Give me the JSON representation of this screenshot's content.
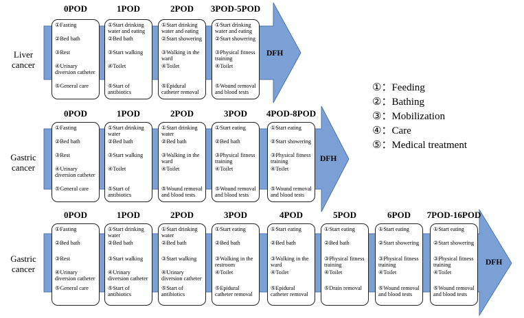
{
  "legend": [
    "①：Feeding",
    "②：Bathing",
    "③：Mobilization",
    "④：Care",
    "⑤：Medical treatment"
  ],
  "dfh_label": "DFH",
  "rows": [
    {
      "label": [
        "Liver",
        "cancer"
      ],
      "columns": [
        {
          "day": "0POD",
          "items": [
            "①Fasting",
            "②Bed bath",
            "③Rest",
            "④Urinary diversion catheter",
            "⑤General care"
          ]
        },
        {
          "day": "1POD",
          "items": [
            "①Start drinking water and eating",
            "②Bed bath",
            "③Start walking",
            "④Toilet",
            "⑤Start of antibiotics"
          ]
        },
        {
          "day": "2POD",
          "items": [
            "①Start drinking water and eating",
            "②Start showering",
            "③Walking in the ward",
            "④Toilet",
            "⑤Epidural catheter removal"
          ]
        },
        {
          "day": "3POD-5POD",
          "items": [
            "①Start drinking water and eating",
            "②Start showering",
            "③Physical fitness training",
            "④Toilet",
            "⑤Wound removal and blood tests"
          ]
        }
      ]
    },
    {
      "label": [
        "Gastric",
        "cancer"
      ],
      "columns": [
        {
          "day": "0POD",
          "items": [
            "①Fasting",
            "②Bed bath",
            "③Rest",
            "④Urinary diversion catheter",
            "⑤General care"
          ]
        },
        {
          "day": "1POD",
          "items": [
            "①Start drinking water",
            "②Bed bath",
            "③Start walking",
            "④Toilet",
            "⑤Start of antibiotics"
          ]
        },
        {
          "day": "2POD",
          "items": [
            "①Start drinking water",
            "②Bed bath",
            "③Walking in the ward",
            "④Toilet",
            "⑤Wound removal and blood tests"
          ]
        },
        {
          "day": "3POD",
          "items": [
            "①Start eating",
            "②Bed bath",
            "③Physical fitness training",
            "④Toilet",
            "⑤Wound removal and blood tests"
          ]
        },
        {
          "day": "4POD-8POD",
          "items": [
            "①Start eating",
            "②Start showering",
            "③Physical fitness training",
            "④Toilet",
            "⑤Wound removal and blood tests"
          ]
        }
      ]
    },
    {
      "label": [
        "Gastric",
        "cancer"
      ],
      "columns": [
        {
          "day": "0POD",
          "items": [
            "①Fasting",
            "②Bed bath",
            "③Rest",
            "④Urinary diversion catheter",
            "⑤General care"
          ]
        },
        {
          "day": "1POD",
          "items": [
            "①Start drinking water",
            "②Bed bath",
            "③Start walking",
            "④Urinary diversion catheter",
            "⑤Start of antibiotics"
          ]
        },
        {
          "day": "2POD",
          "items": [
            "①Start drinking water",
            "②Bed bath",
            "③Start walking",
            "④Urinary diversion catheter",
            "⑤Start of antibiotics"
          ]
        },
        {
          "day": "3POD",
          "items": [
            "①Start eating",
            "②Bed bath",
            "③Walking in the restroom",
            "④Toilet",
            "⑤Epidural catheter removal"
          ]
        },
        {
          "day": "4POD",
          "items": [
            "①Start eating",
            "②Bed bath",
            "③Walking in the ward",
            "④Toilet",
            "⑤Epidural catheter removal"
          ]
        },
        {
          "day": "5POD",
          "items": [
            "①Start eating",
            "②Bed bath",
            "③Physical fitness training",
            "④Toilet",
            "⑤Drain removal"
          ]
        },
        {
          "day": "6POD",
          "items": [
            "①Start eating",
            "②Start showering",
            "③Physical fitness training",
            "④Toilet",
            "⑤Wound removal and blood tests"
          ]
        },
        {
          "day": "7POD-16POD",
          "items": [
            "①Start eating",
            "②Start showering",
            "③Physical fitness training",
            "④Toilet",
            "⑤Wound removal and blood tests"
          ]
        }
      ]
    }
  ]
}
